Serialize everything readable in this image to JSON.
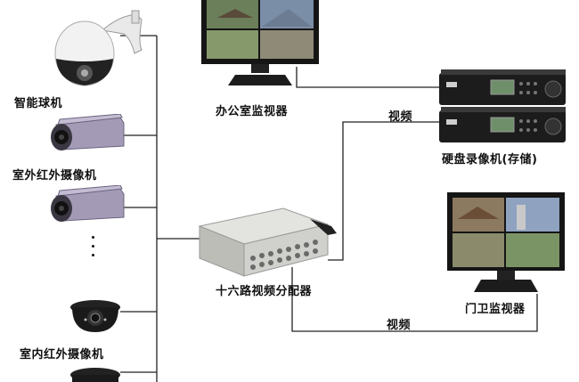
{
  "devices": {
    "speed_dome": "智能球机",
    "outdoor_ir_camera": "室外红外摄像机",
    "indoor_ir_camera": "室内红外摄像机",
    "office_monitor": "办公室监视器",
    "dvr": "硬盘录像机(存储)",
    "distributor": "十六路视频分配器",
    "gate_monitor": "门卫监视器"
  },
  "links": {
    "video_to_dvr": "视频",
    "video_to_gate": "视频"
  },
  "icons": [
    "speed-dome-icon",
    "bullet-camera-icon",
    "dome-camera-icon",
    "monitor-icon",
    "dvr-icon",
    "video-distributor-icon"
  ],
  "colors": {
    "wire": "#222222",
    "camera_body": "#a39ab5",
    "dvr_body": "#1c1c1c",
    "distributor_body": "#d0d0cc",
    "screen_frame": "#151515"
  }
}
